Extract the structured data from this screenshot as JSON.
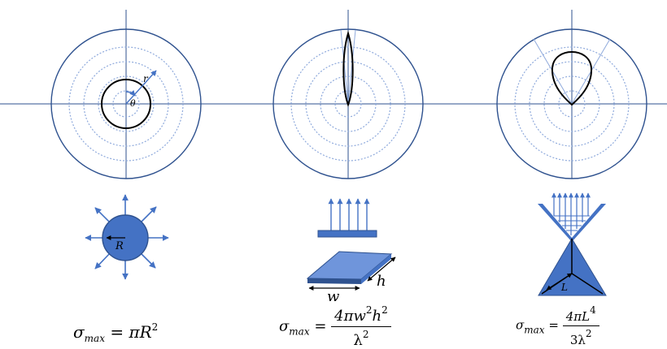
{
  "colors": {
    "axis": "#2f528f",
    "ring": "#8faadc",
    "arrow": "#4472c4",
    "pattern": "#000000",
    "solid": "#4472c4"
  },
  "labels": {
    "radius_r": "r",
    "angle_theta": "θ",
    "sphere_radius": "R",
    "plate_width": "w",
    "plate_height": "h",
    "reflector_length": "L"
  },
  "formulas": {
    "sphere": {
      "sigma": "σ",
      "sub": "max",
      "rhs": "= πR",
      "power": "2"
    },
    "plate": {
      "sigma": "σ",
      "sub": "max",
      "eq": "=",
      "num_a": "4πw",
      "p1": "2",
      "num_b": "h",
      "p2": "2",
      "den": "λ",
      "p3": "2"
    },
    "reflector": {
      "sigma": "σ",
      "sub": "max",
      "eq": "=",
      "num": "4πL",
      "p1": "4",
      "den": "3λ",
      "p2": "2"
    }
  }
}
